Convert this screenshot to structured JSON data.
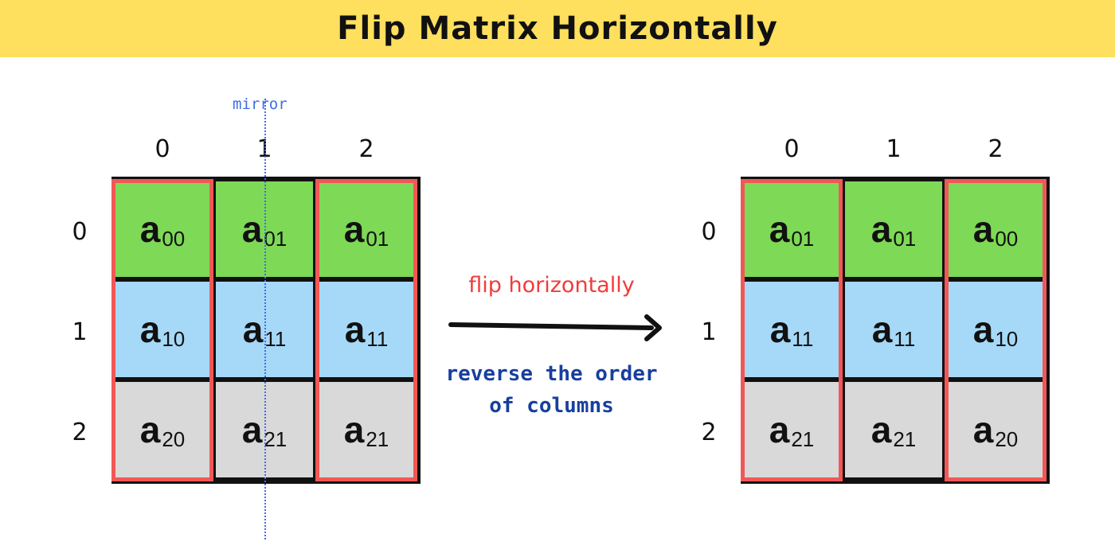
{
  "title": "Flip Matrix Horizontally",
  "colors": {
    "banner": "#ffdf5e",
    "row0": "#7ed956",
    "row1": "#a6d9f7",
    "row2": "#d9d9d9",
    "frame": "#f25757",
    "mirror": "#3f6ee6",
    "flip_text": "#f03c3c",
    "reverse_text": "#173f9e"
  },
  "mirror_label": "mirror",
  "flip_label": "flip horizontally",
  "reverse_label": [
    "reverse the order",
    "of columns"
  ],
  "left_matrix": {
    "col_labels": [
      "0",
      "1",
      "2"
    ],
    "row_labels": [
      "0",
      "1",
      "2"
    ],
    "cells": [
      [
        {
          "main": "a",
          "sub": "00"
        },
        {
          "main": "a",
          "sub": "01"
        },
        {
          "main": "a",
          "sub": "01"
        }
      ],
      [
        {
          "main": "a",
          "sub": "10"
        },
        {
          "main": "a",
          "sub": "11"
        },
        {
          "main": "a",
          "sub": "11"
        }
      ],
      [
        {
          "main": "a",
          "sub": "20"
        },
        {
          "main": "a",
          "sub": "21"
        },
        {
          "main": "a",
          "sub": "21"
        }
      ]
    ]
  },
  "right_matrix": {
    "col_labels": [
      "0",
      "1",
      "2"
    ],
    "row_labels": [
      "0",
      "1",
      "2"
    ],
    "cells": [
      [
        {
          "main": "a",
          "sub": "01"
        },
        {
          "main": "a",
          "sub": "01"
        },
        {
          "main": "a",
          "sub": "00"
        }
      ],
      [
        {
          "main": "a",
          "sub": "11"
        },
        {
          "main": "a",
          "sub": "11"
        },
        {
          "main": "a",
          "sub": "10"
        }
      ],
      [
        {
          "main": "a",
          "sub": "21"
        },
        {
          "main": "a",
          "sub": "21"
        },
        {
          "main": "a",
          "sub": "20"
        }
      ]
    ]
  }
}
